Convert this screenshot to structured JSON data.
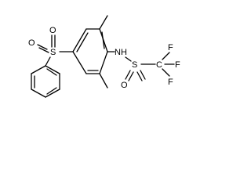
{
  "molecule": {
    "atoms": {
      "o_top": "O",
      "o_left": "O",
      "s_left": "S",
      "nh": "NH",
      "s_right": "S",
      "o_bottom": "O",
      "c_cf3": "C",
      "f_top": "F",
      "f_right": "F",
      "f_bottom": "F"
    },
    "colors": {
      "bond": "#000000",
      "label": "#000000",
      "background": "#ffffff"
    }
  }
}
